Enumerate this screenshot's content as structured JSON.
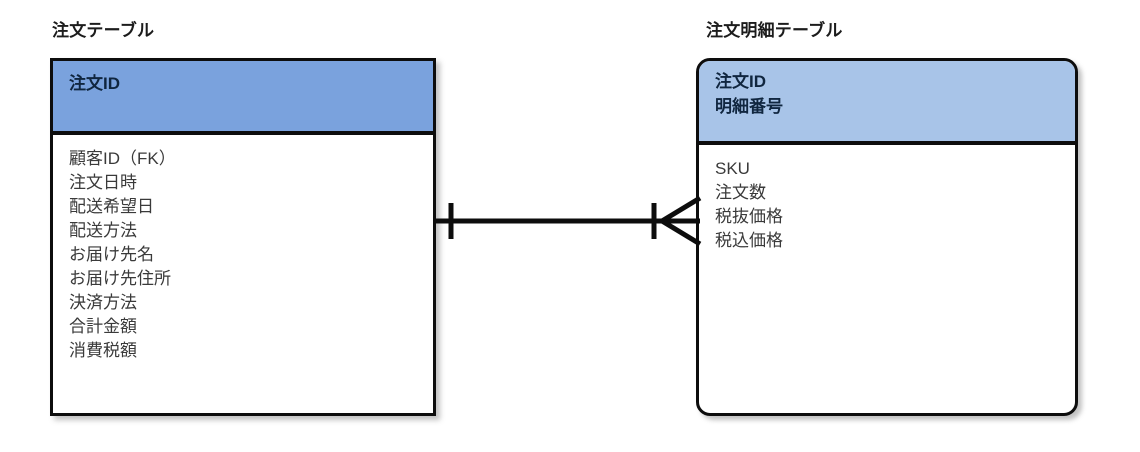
{
  "diagram": {
    "type": "entity-relationship",
    "entities": [
      {
        "id": "orders",
        "title": "注文テーブル",
        "key_lines": [
          "注文ID"
        ],
        "attributes": [
          "顧客ID（FK）",
          "注文日時",
          "配送希望日",
          "配送方法",
          "お届け先名",
          "お届け先住所",
          "決済方法",
          "合計金額",
          "消費税額"
        ],
        "header_color": "#7aa2dd",
        "corner_style": "square"
      },
      {
        "id": "order_details",
        "title": "注文明細テーブル",
        "key_lines": [
          "注文ID",
          "明細番号"
        ],
        "attributes": [
          "SKU",
          "注文数",
          "税抜価格",
          "税込価格"
        ],
        "header_color": "#a8c4e8",
        "corner_style": "rounded"
      }
    ],
    "relationship": {
      "from": "orders",
      "to": "order_details",
      "from_cardinality": "one",
      "to_cardinality": "many",
      "notation": "crows-foot",
      "line_color": "#0d0d0d"
    }
  }
}
